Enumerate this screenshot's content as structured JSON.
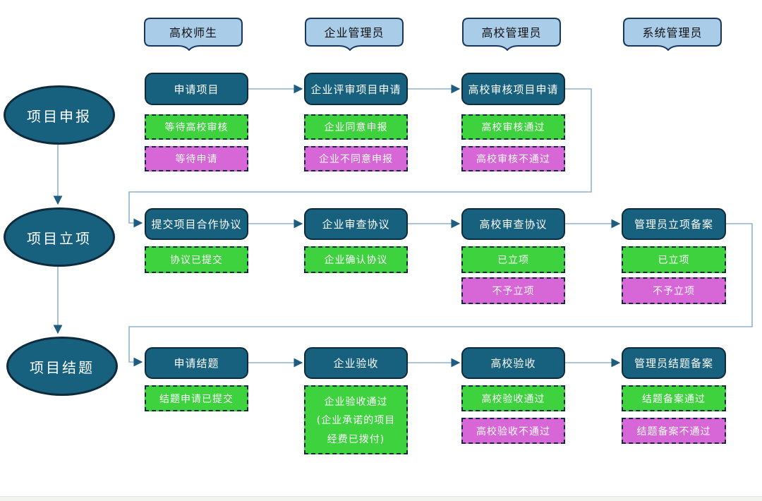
{
  "diagram": {
    "lanes": [
      {
        "label": "高校师生"
      },
      {
        "label": "企业管理员"
      },
      {
        "label": "高校管理员"
      },
      {
        "label": "系统管理员"
      }
    ],
    "phases": [
      {
        "label": "项目申报"
      },
      {
        "label": "项目立项"
      },
      {
        "label": "项目结题"
      }
    ],
    "rows": [
      {
        "cells": [
          {
            "process": "申请项目",
            "statuses": [
              {
                "label": "等待高校审核",
                "type": "success"
              },
              {
                "label": "等待申请",
                "type": "fail"
              }
            ]
          },
          {
            "process": "企业评审项目申请",
            "statuses": [
              {
                "label": "企业同意申报",
                "type": "success"
              },
              {
                "label": "企业不同意申报",
                "type": "fail"
              }
            ]
          },
          {
            "process": "高校审核项目申请",
            "statuses": [
              {
                "label": "高校审核通过",
                "type": "success"
              },
              {
                "label": "高校审核不通过",
                "type": "fail"
              }
            ]
          }
        ]
      },
      {
        "cells": [
          {
            "process": "提交项目合作协议",
            "statuses": [
              {
                "label": "协议已提交",
                "type": "success"
              }
            ]
          },
          {
            "process": "企业审查协议",
            "statuses": [
              {
                "label": "企业确认协议",
                "type": "success"
              }
            ]
          },
          {
            "process": "高校审查协议",
            "statuses": [
              {
                "label": "已立项",
                "type": "success"
              },
              {
                "label": "不予立项",
                "type": "fail"
              }
            ]
          },
          {
            "process": "管理员立项备案",
            "statuses": [
              {
                "label": "已立项",
                "type": "success"
              },
              {
                "label": "不予立项",
                "type": "fail"
              }
            ]
          }
        ]
      },
      {
        "cells": [
          {
            "process": "申请结题",
            "statuses": [
              {
                "label": "结题申请已提交",
                "type": "success"
              }
            ]
          },
          {
            "process": "企业验收",
            "statuses": [
              {
                "type": "success",
                "lines": [
                  "企业验收通过",
                  "(企业承诺的项目",
                  "经费已拨付)"
                ]
              }
            ]
          },
          {
            "process": "高校验收",
            "statuses": [
              {
                "label": "高校验收通过",
                "type": "success"
              },
              {
                "label": "高校验收不通过",
                "type": "fail"
              }
            ]
          },
          {
            "process": "管理员结题备案",
            "statuses": [
              {
                "label": "结题备案通过",
                "type": "success"
              },
              {
                "label": "结题备案不通过",
                "type": "fail"
              }
            ]
          }
        ]
      }
    ],
    "colors": {
      "process_fill": "#17617F",
      "process_border": "#0E2B3D",
      "banner_fill": "#A9CCE9",
      "banner_border": "#17375E",
      "success_fill": "#3FD23F",
      "fail_fill": "#D766D7",
      "status_border": "#132A3E",
      "connector_line": "#8FB3CE",
      "arrowhead": "#1E5C80",
      "text_light": "#FFFFFF",
      "text_dark": "#111111"
    }
  }
}
